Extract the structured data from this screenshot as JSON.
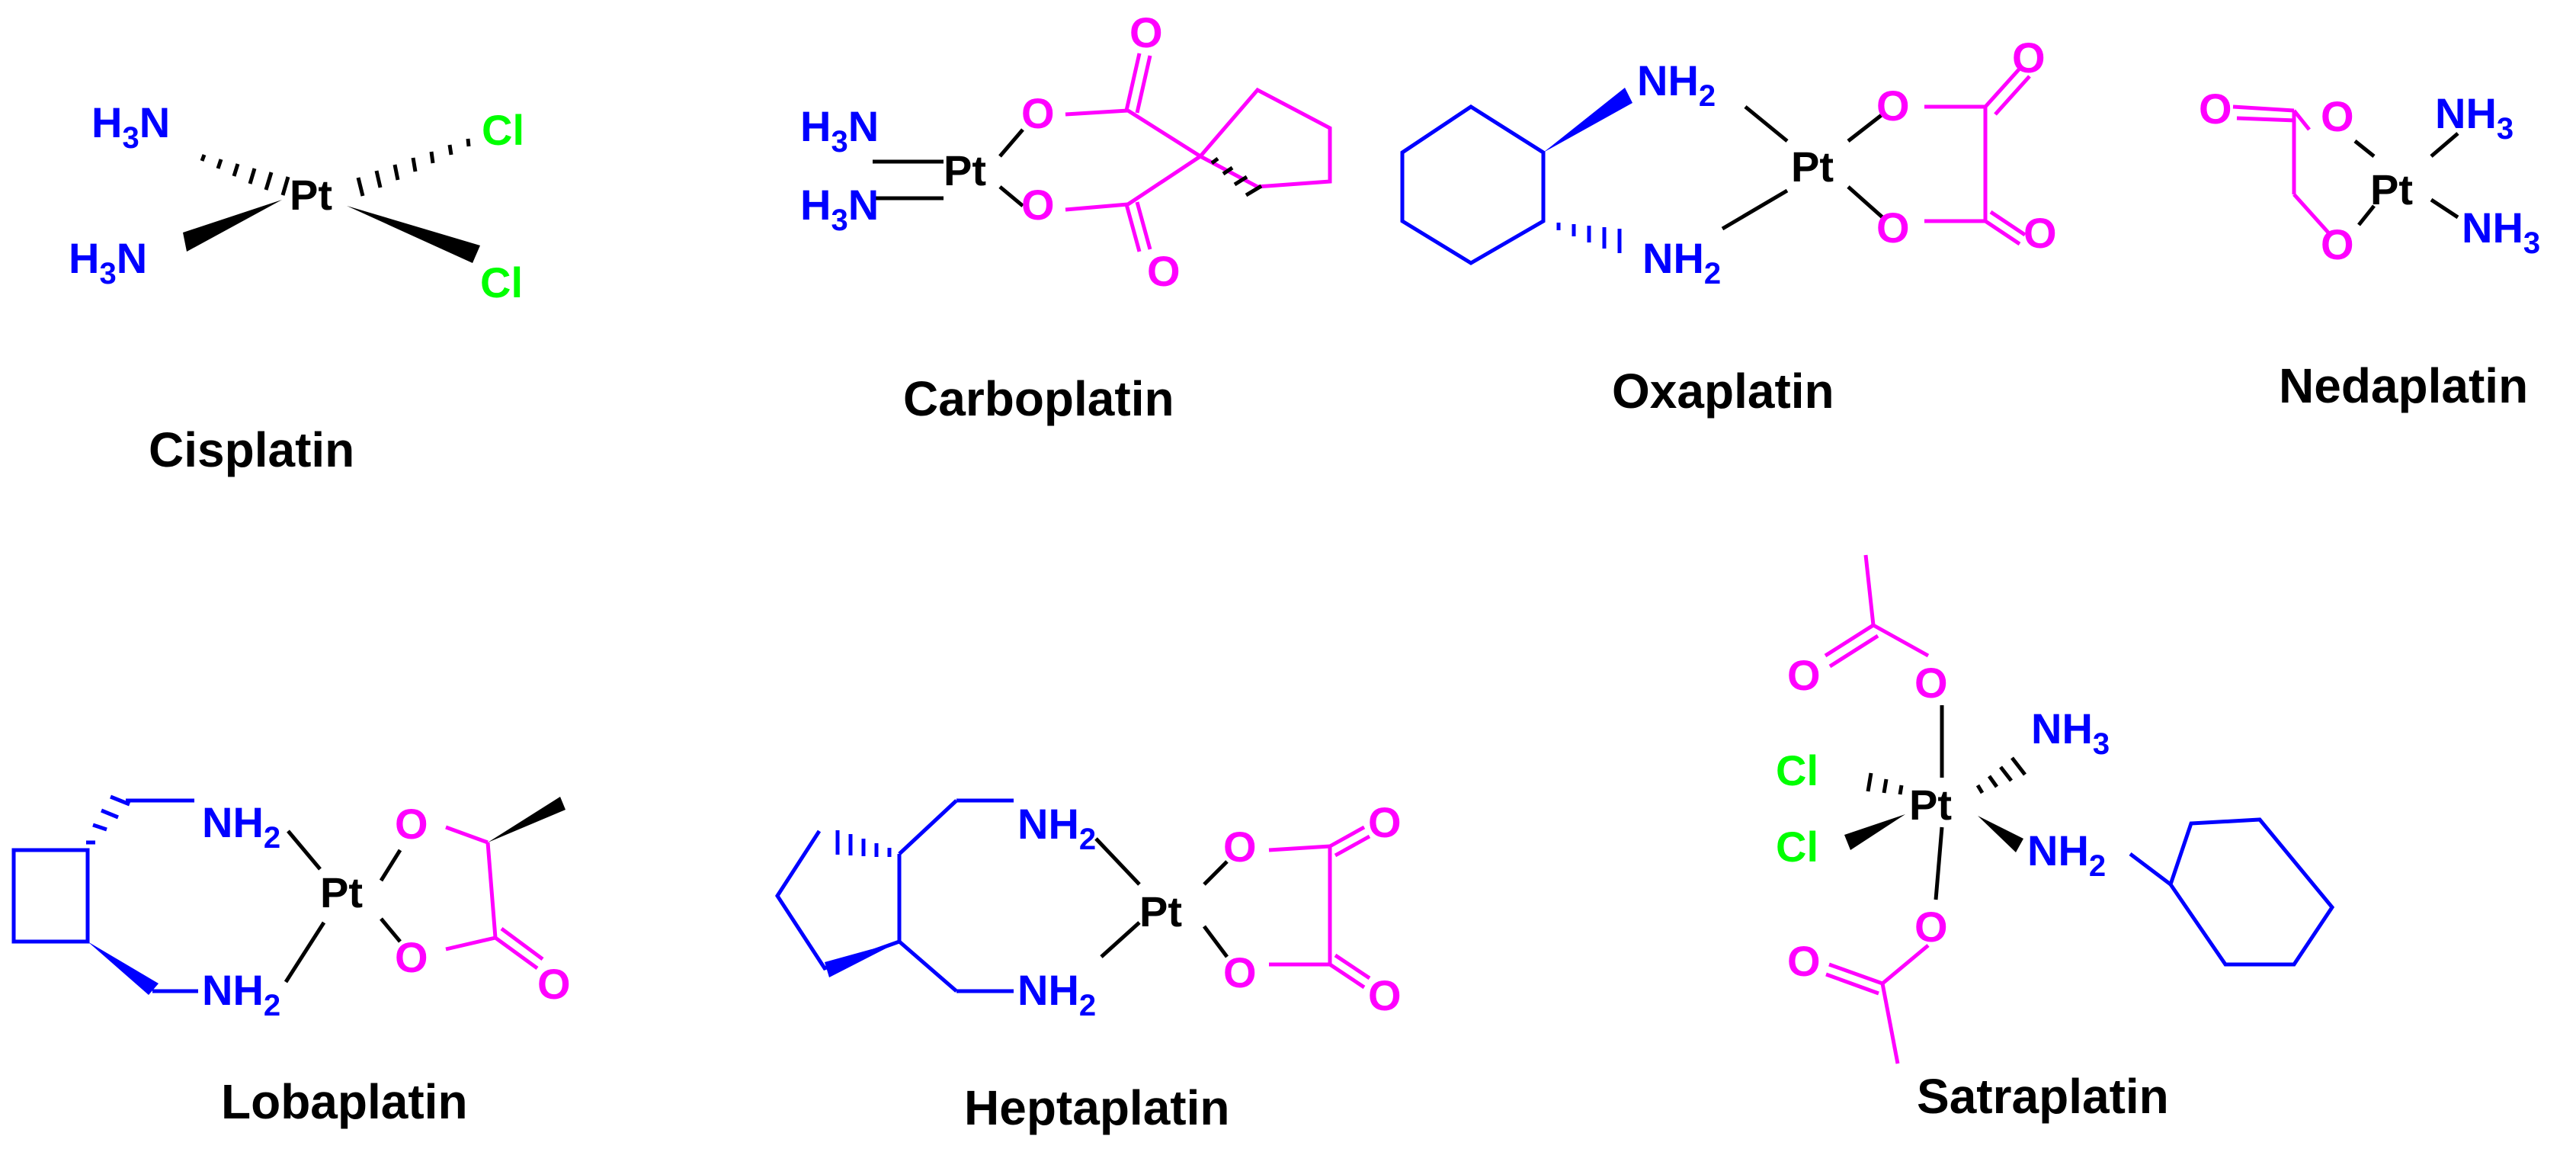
{
  "colors": {
    "platinum": "#000000",
    "nitrogen": "#0000ff",
    "oxygen": "#ff00ff",
    "chlorine": "#00ff00",
    "caption": "#000000"
  },
  "atoms": {
    "pt": "Pt",
    "nh": "NH",
    "h": "H",
    "n": "N",
    "o": "O",
    "cl": "Cl",
    "sub2": "2",
    "sub3": "3"
  },
  "captions": {
    "cisplatin": "Cisplatin",
    "carboplatin": "Carboplatin",
    "oxaplatin": "Oxaplatin",
    "nedaplatin": "Nedaplatin",
    "lobaplatin": "Lobaplatin",
    "heptaplatin": "Heptaplatin",
    "satraplatin": "Satraplatin"
  }
}
